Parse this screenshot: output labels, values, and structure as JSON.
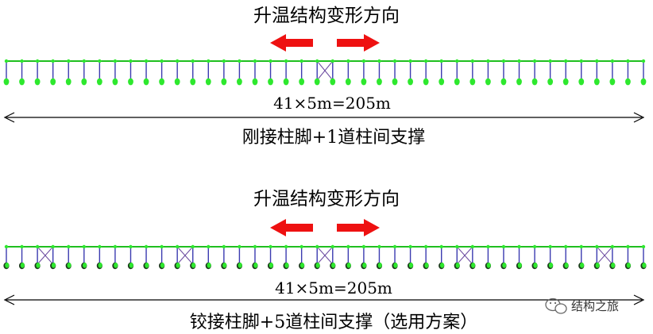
{
  "diagrams": [
    {
      "heading": "升温结构变形方向",
      "dimension": "41×5m=205m",
      "caption": "刚接柱脚+1道柱间支撑",
      "bays": 41,
      "braced_bays": [
        20
      ],
      "base": "rigid"
    },
    {
      "heading": "升温结构变形方向",
      "dimension": "41×5m=205m",
      "caption": "铰接柱脚+5道柱间支撑（选用方案）",
      "bays": 41,
      "braced_bays": [
        2,
        11,
        20,
        29,
        38
      ],
      "base": "pinned"
    }
  ],
  "watermark": "结构之旅",
  "colors": {
    "beam": "#1fbf1f",
    "column": "#3b3bb0",
    "brace": "#6b4aa0",
    "node": "#2ee82e",
    "arrow": "#ee1111",
    "line": "#000000"
  }
}
